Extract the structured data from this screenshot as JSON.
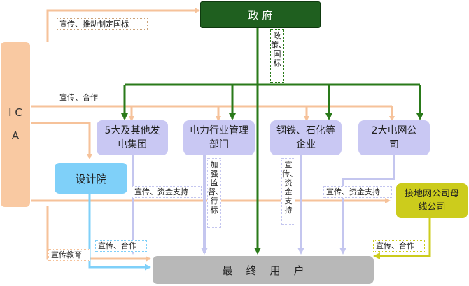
{
  "nodes": {
    "government": "政  府",
    "ica": "I  C  A",
    "five_groups": "5大及其他发电集团",
    "power_mgmt": "电力行业管理部门",
    "steel": "钢铁、石化等企业",
    "grid": "2大电网公司",
    "design": "设计院",
    "grounding": "接地网公司母线公司",
    "end_user": "最    终    用    户"
  },
  "labels": {
    "promote_standards": "宣传、推动制定国标",
    "policy_standards": "政策、国标",
    "promote_coop_top": "宣传、合作",
    "promote_funding_left": "宣传、资金支持",
    "strengthen_supervision": "加强监督、行标",
    "promote_capital_support": "宣传、资金支持",
    "promote_funding_right": "宣传、资金支持",
    "promote_coop_bottom": "宣传、合作",
    "promote_education": "宣传教育",
    "promote_coop_right": "宣传、合作"
  },
  "colors": {
    "government": "#1f5f1f",
    "ica": "#f9c9a2",
    "groups": "#c9c8f3",
    "design": "#7fd0f9",
    "grounding": "#cccc1c",
    "end_user": "#b8b8b8",
    "ica_arrows": "#f9c9a2",
    "gov_arrows": "#2a7a1a",
    "group_arrows": "#c4c6ef",
    "design_arrow": "#7fd0f9"
  }
}
